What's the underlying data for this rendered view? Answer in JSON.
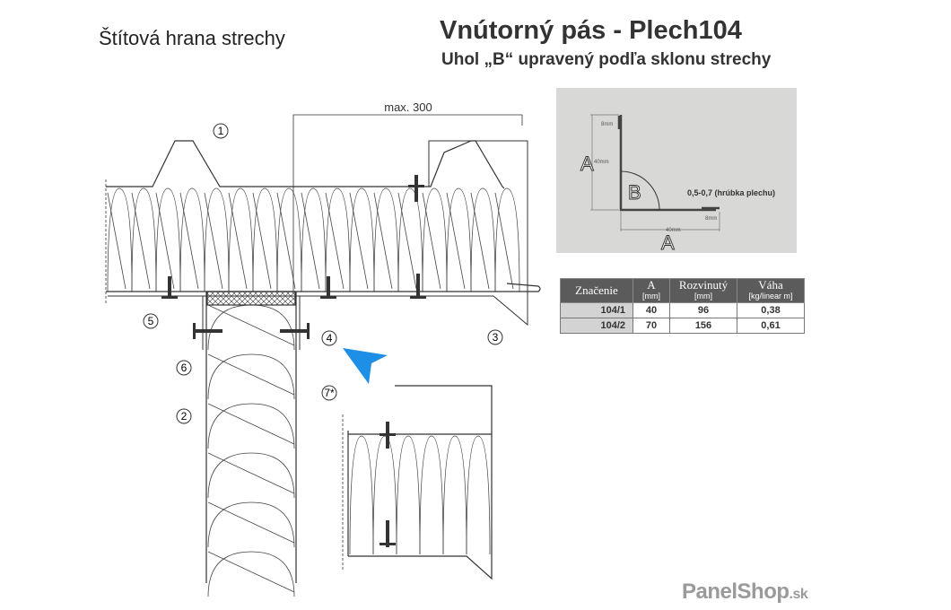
{
  "left_title": "Štítová hrana strechy",
  "main_title": "Vnútorný pás - Plech104",
  "sub_title": "Uhol „B“ upravený podľa sklonu strechy",
  "drawing": {
    "dimension_label": "max. 300",
    "callouts": [
      "1",
      "2",
      "3",
      "4",
      "5",
      "6",
      "7"
    ],
    "callout_7_mark": "*"
  },
  "profile": {
    "label_a_vertical": "A",
    "label_a_horizontal": "A",
    "label_b": "B",
    "dim_vertical": "40mm",
    "dim_horizontal": "40mm",
    "dim_top_hem": "8mm",
    "dim_bottom_hem": "8mm",
    "thickness_note": "0,5-0,7 (hrúbka plechu)"
  },
  "table": {
    "headers": [
      {
        "title": "Značenie",
        "unit": ""
      },
      {
        "title": "A",
        "unit": "[mm]"
      },
      {
        "title": "Rozvinutý",
        "unit": "[mm]"
      },
      {
        "title": "Váha",
        "unit": "[kg/linear m]"
      }
    ],
    "rows": [
      {
        "code": "104/1",
        "a": "40",
        "developed": "96",
        "weight": "0,38"
      },
      {
        "code": "104/2",
        "a": "70",
        "developed": "156",
        "weight": "0,61"
      }
    ]
  },
  "brand": {
    "name": "PanelShop",
    "suffix": ".sk"
  },
  "colors": {
    "pointer": "#1e8fe6",
    "table_header": "#5b5b5b",
    "profile_bg": "#d8d8d6"
  }
}
